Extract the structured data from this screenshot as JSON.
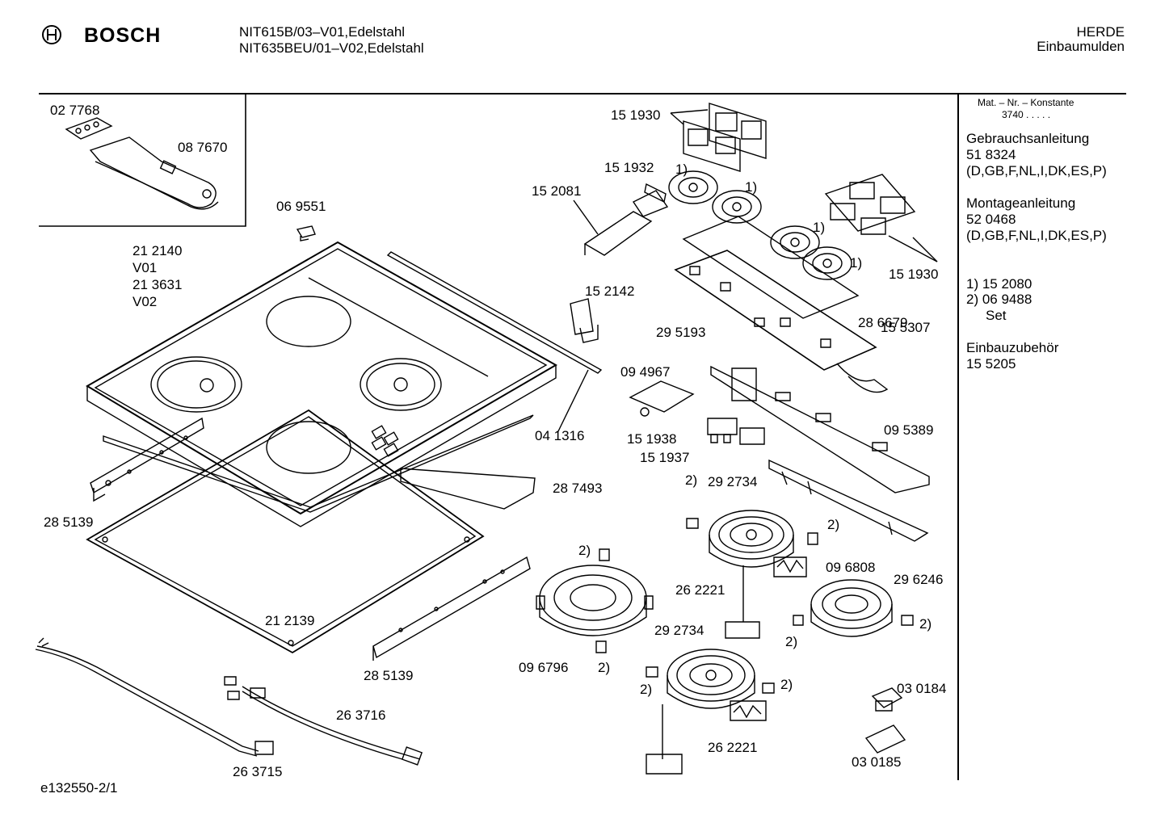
{
  "header": {
    "brand": "BOSCH",
    "models": [
      "NIT615B/03–V01,Edelstahl",
      "NIT635BEU/01–V02,Edelstahl"
    ],
    "category": "HERDE",
    "subcategory": "Einbaumulden"
  },
  "sidebar": {
    "mat_header": "Mat. – Nr. – Konstante",
    "mat_value": "3740 . . . . .",
    "gebrauch_title": "Gebrauchsanleitung",
    "gebrauch_number": "51 8324",
    "gebrauch_langs": "(D,GB,F,NL,I,DK,ES,P)",
    "montage_title": "Montageanleitung",
    "montage_number": "52 0468",
    "montage_langs": "(D,GB,F,NL,I,DK,ES,P)",
    "note1": "1)  15 2080",
    "note2": "2)  06 9488",
    "note2_set": "Set",
    "einbau_title": "Einbauzubehör",
    "einbau_number": "15 5205"
  },
  "labels": {
    "p027768": "02 7768",
    "p087670": "08 7670",
    "p069551": "06 9551",
    "p212140": "21 2140",
    "v01": "V01",
    "p213631": "21 3631",
    "v02": "V02",
    "p285139a": "28 5139",
    "p212139": "21 2139",
    "p285139b": "28 5139",
    "p263716": "26 3716",
    "p263715": "26 3715",
    "p041316": "04 1316",
    "p287493": "28 7493",
    "p151930a": "15 1930",
    "p151932": "15 1932",
    "p152081": "15 2081",
    "p152142": "15 2142",
    "p295193": "29 5193",
    "p286679": "28 6679",
    "p151930b": "15 1930",
    "p155307": "15 5307",
    "p094967": "09 4967",
    "p151938": "15 1938",
    "p151937": "15 1937",
    "p095389": "09 5389",
    "p292734a": "29 2734",
    "p296246": "29 6246",
    "p096808": "09 6808",
    "p262221a": "26 2221",
    "p292734b": "29 2734",
    "p096796": "09 6796",
    "p262221b": "26 2221",
    "p030184": "03 0184",
    "p030185": "03 0185",
    "note1_mark": "1)",
    "note2_mark": "2)"
  },
  "footer": {
    "doc_id": "e132550-2/1"
  }
}
